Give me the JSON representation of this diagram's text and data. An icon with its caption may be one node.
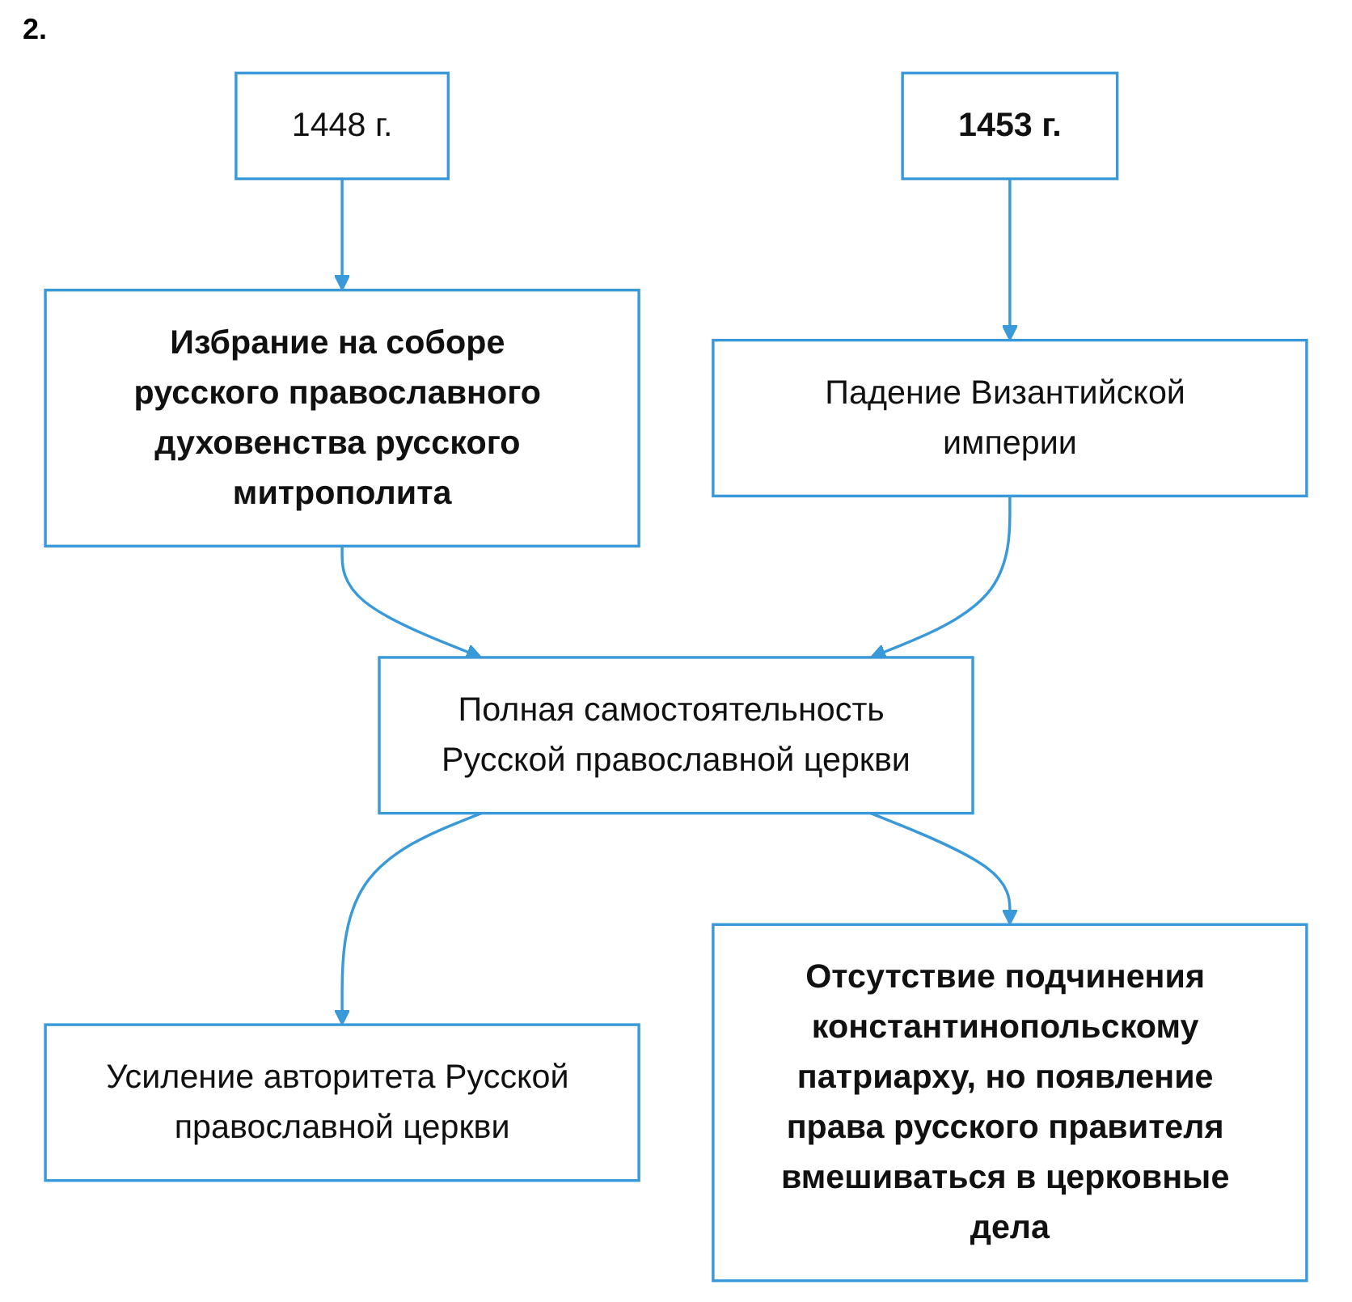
{
  "diagram": {
    "nodes": [
      {
        "text": [
          "1448 г."
        ]
      },
      {
        "text": [
          "1453 г."
        ]
      },
      {
        "text": [
          "Избрание на соборе русского православного духовенства русского митрополита"
        ]
      },
      {
        "text": [
          "Падение Византийской империи"
        ]
      },
      {
        "text": [
          "Полная самостоятельность Русской православной церкви"
        ]
      },
      {
        "text": [
          "Усиление авторитета Русской православной церкви"
        ]
      },
      {
        "text": [
          "Отсутствие подчинения константинопольскому патриарху, но появление права русского правителя вмешиваться в церковные дела"
        ]
      }
    ],
    "edges": [
      {
        "from": 0,
        "to": 2,
        "arrow": "to"
      },
      {
        "from": 1,
        "to": 3,
        "arrow": "to"
      },
      {
        "from": 2,
        "to": 4,
        "arrow": "to"
      },
      {
        "from": 3,
        "to": 4,
        "arrow": "to"
      },
      {
        "from": 4,
        "to": 5,
        "arrow": "to"
      },
      {
        "from": 4,
        "to": 6,
        "arrow": "to"
      }
    ],
    "labels": [
      "2."
    ]
  }
}
